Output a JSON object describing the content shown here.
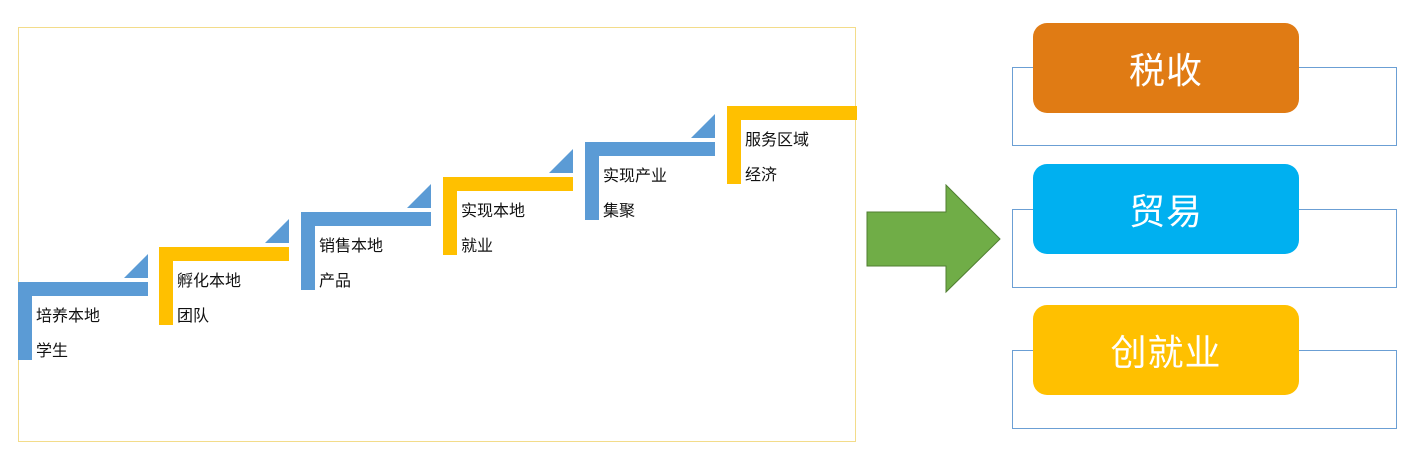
{
  "steps": [
    {
      "line1": "培养本地",
      "line2": "学生",
      "color": "#5b9bd5"
    },
    {
      "line1": "孵化本地",
      "line2": "团队",
      "color": "#ffc000"
    },
    {
      "line1": "销售本地",
      "line2": "产品",
      "color": "#5b9bd5"
    },
    {
      "line1": "实现本地",
      "line2": "就业",
      "color": "#ffc000"
    },
    {
      "line1": "实现产业",
      "line2": "集聚",
      "color": "#5b9bd5"
    },
    {
      "line1": "服务区域",
      "line2": "经济",
      "color": "#ffc000"
    }
  ],
  "outcomes": [
    {
      "label": "税收",
      "color": "#e07b14"
    },
    {
      "label": "贸易",
      "color": "#00b0f0"
    },
    {
      "label": "创就业",
      "color": "#ffc000"
    }
  ],
  "colors": {
    "frame_border": "#f3dc8a",
    "arrow_fill": "#70ad47",
    "arrow_stroke": "#507e32",
    "side_frame_border": "#6b9fd4",
    "step_triangle": "#5b9bd5"
  }
}
